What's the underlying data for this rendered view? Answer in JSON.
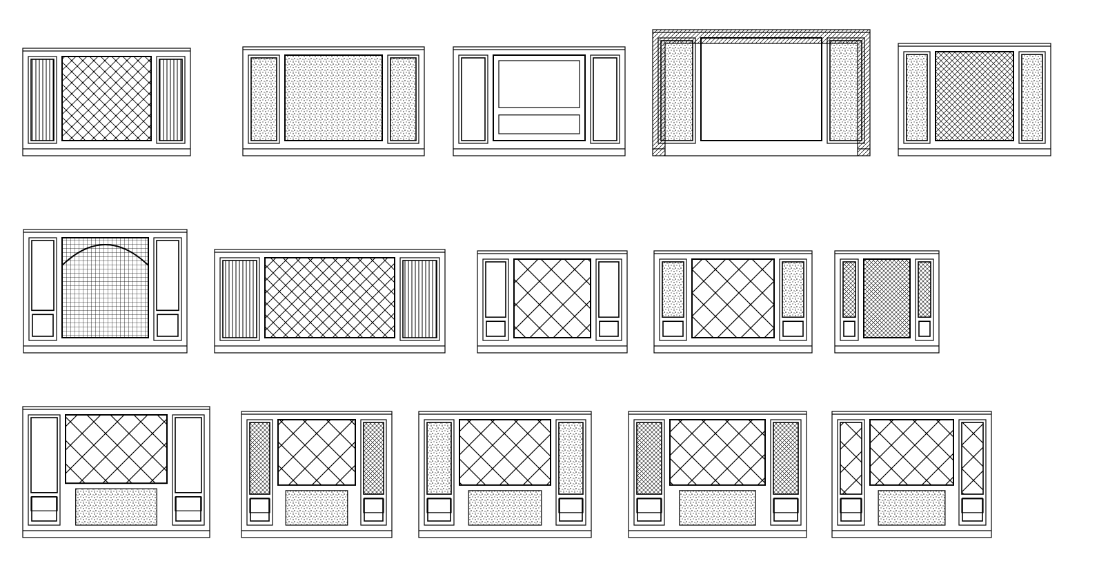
{
  "drawing": {
    "colors": {
      "background": "#ffffff",
      "line": "#000000"
    },
    "rows": [
      {
        "panels": [
          {
            "id": "elevation-1",
            "center": "tufted",
            "sides": "stripes"
          },
          {
            "id": "elevation-2",
            "center": "speckle",
            "sides": "speckle"
          },
          {
            "id": "elevation-3",
            "center": "plain",
            "sides": "plain"
          },
          {
            "id": "elevation-4",
            "center": "plain",
            "sides": "speckle"
          },
          {
            "id": "elevation-5",
            "center": "herringbone",
            "sides": "speckle"
          }
        ]
      },
      {
        "panels": [
          {
            "id": "elevation-6",
            "center": "grid",
            "sides": "plain"
          },
          {
            "id": "elevation-7",
            "center": "diamond",
            "sides": "stripes"
          },
          {
            "id": "elevation-8",
            "center": "diamond-large",
            "sides": "plain"
          },
          {
            "id": "elevation-9",
            "center": "diamond-large",
            "sides": "speckle"
          },
          {
            "id": "elevation-10",
            "center": "lattice",
            "sides": "lattice"
          }
        ]
      },
      {
        "panels": [
          {
            "id": "elevation-11",
            "center": "diamond-large",
            "sides": "plain"
          },
          {
            "id": "elevation-12",
            "center": "diamond-large",
            "sides": "lattice"
          },
          {
            "id": "elevation-13",
            "center": "diamond-large",
            "sides": "speckle"
          },
          {
            "id": "elevation-14",
            "center": "diamond-large",
            "sides": "lattice"
          },
          {
            "id": "elevation-15",
            "center": "diamond-large",
            "sides": "diamond-large"
          }
        ]
      }
    ]
  }
}
